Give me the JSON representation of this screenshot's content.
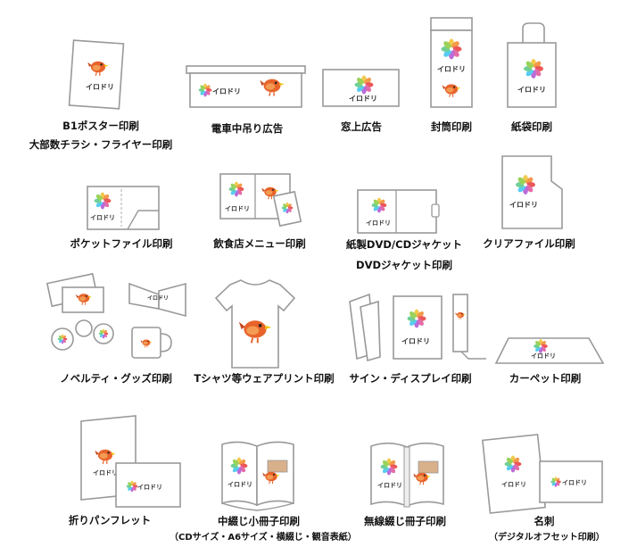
{
  "products": [
    {
      "id": "b1-poster",
      "label": "B1ポスター印刷",
      "sub": "大部数チラシ・フライヤー印刷"
    },
    {
      "id": "train",
      "label": "電車中吊り広告",
      "sub": ""
    },
    {
      "id": "window",
      "label": "窓上広告",
      "sub": ""
    },
    {
      "id": "envelope",
      "label": "封筒印刷",
      "sub": ""
    },
    {
      "id": "paper-bag",
      "label": "紙袋印刷",
      "sub": ""
    },
    {
      "id": "pocket-file",
      "label": "ポケットファイル印刷",
      "sub": ""
    },
    {
      "id": "menu",
      "label": "飲食店メニュー印刷",
      "sub": ""
    },
    {
      "id": "dvd",
      "label": "紙製DVD/CDジャケット",
      "sub": "DVDジャケット印刷"
    },
    {
      "id": "clear-file",
      "label": "クリアファイル印刷",
      "sub": ""
    },
    {
      "id": "novelty",
      "label": "ノベルティ・グッズ印刷",
      "sub": ""
    },
    {
      "id": "tshirt",
      "label": "Tシャツ等ウェアプリント印刷",
      "sub": ""
    },
    {
      "id": "sign",
      "label": "サイン・ディスプレイ印刷",
      "sub": ""
    },
    {
      "id": "carpet",
      "label": "カーペット印刷",
      "sub": ""
    },
    {
      "id": "pamphlet",
      "label": "折りパンフレット",
      "sub": ""
    },
    {
      "id": "saddle",
      "label": "中綴じ小冊子印刷",
      "sub": "（CDサイズ・A6サイズ・横綴じ・観音表紙）"
    },
    {
      "id": "perfect",
      "label": "無線綴じ冊子印刷",
      "sub": ""
    },
    {
      "id": "card",
      "label": "名刺",
      "sub": "（デジタルオフセット印刷）"
    }
  ],
  "brand": {
    "logo_text": "イロドリ"
  },
  "colors": {
    "outline": "#999999",
    "bird": "#e8632b",
    "bird_wing": "#f39b52",
    "beak": "#f2c200",
    "petals": [
      "#f2c94c",
      "#f29a4a",
      "#eb5757",
      "#e36ba8",
      "#bb6bd9",
      "#56ccf2",
      "#6fcf97",
      "#9ad25a"
    ]
  }
}
